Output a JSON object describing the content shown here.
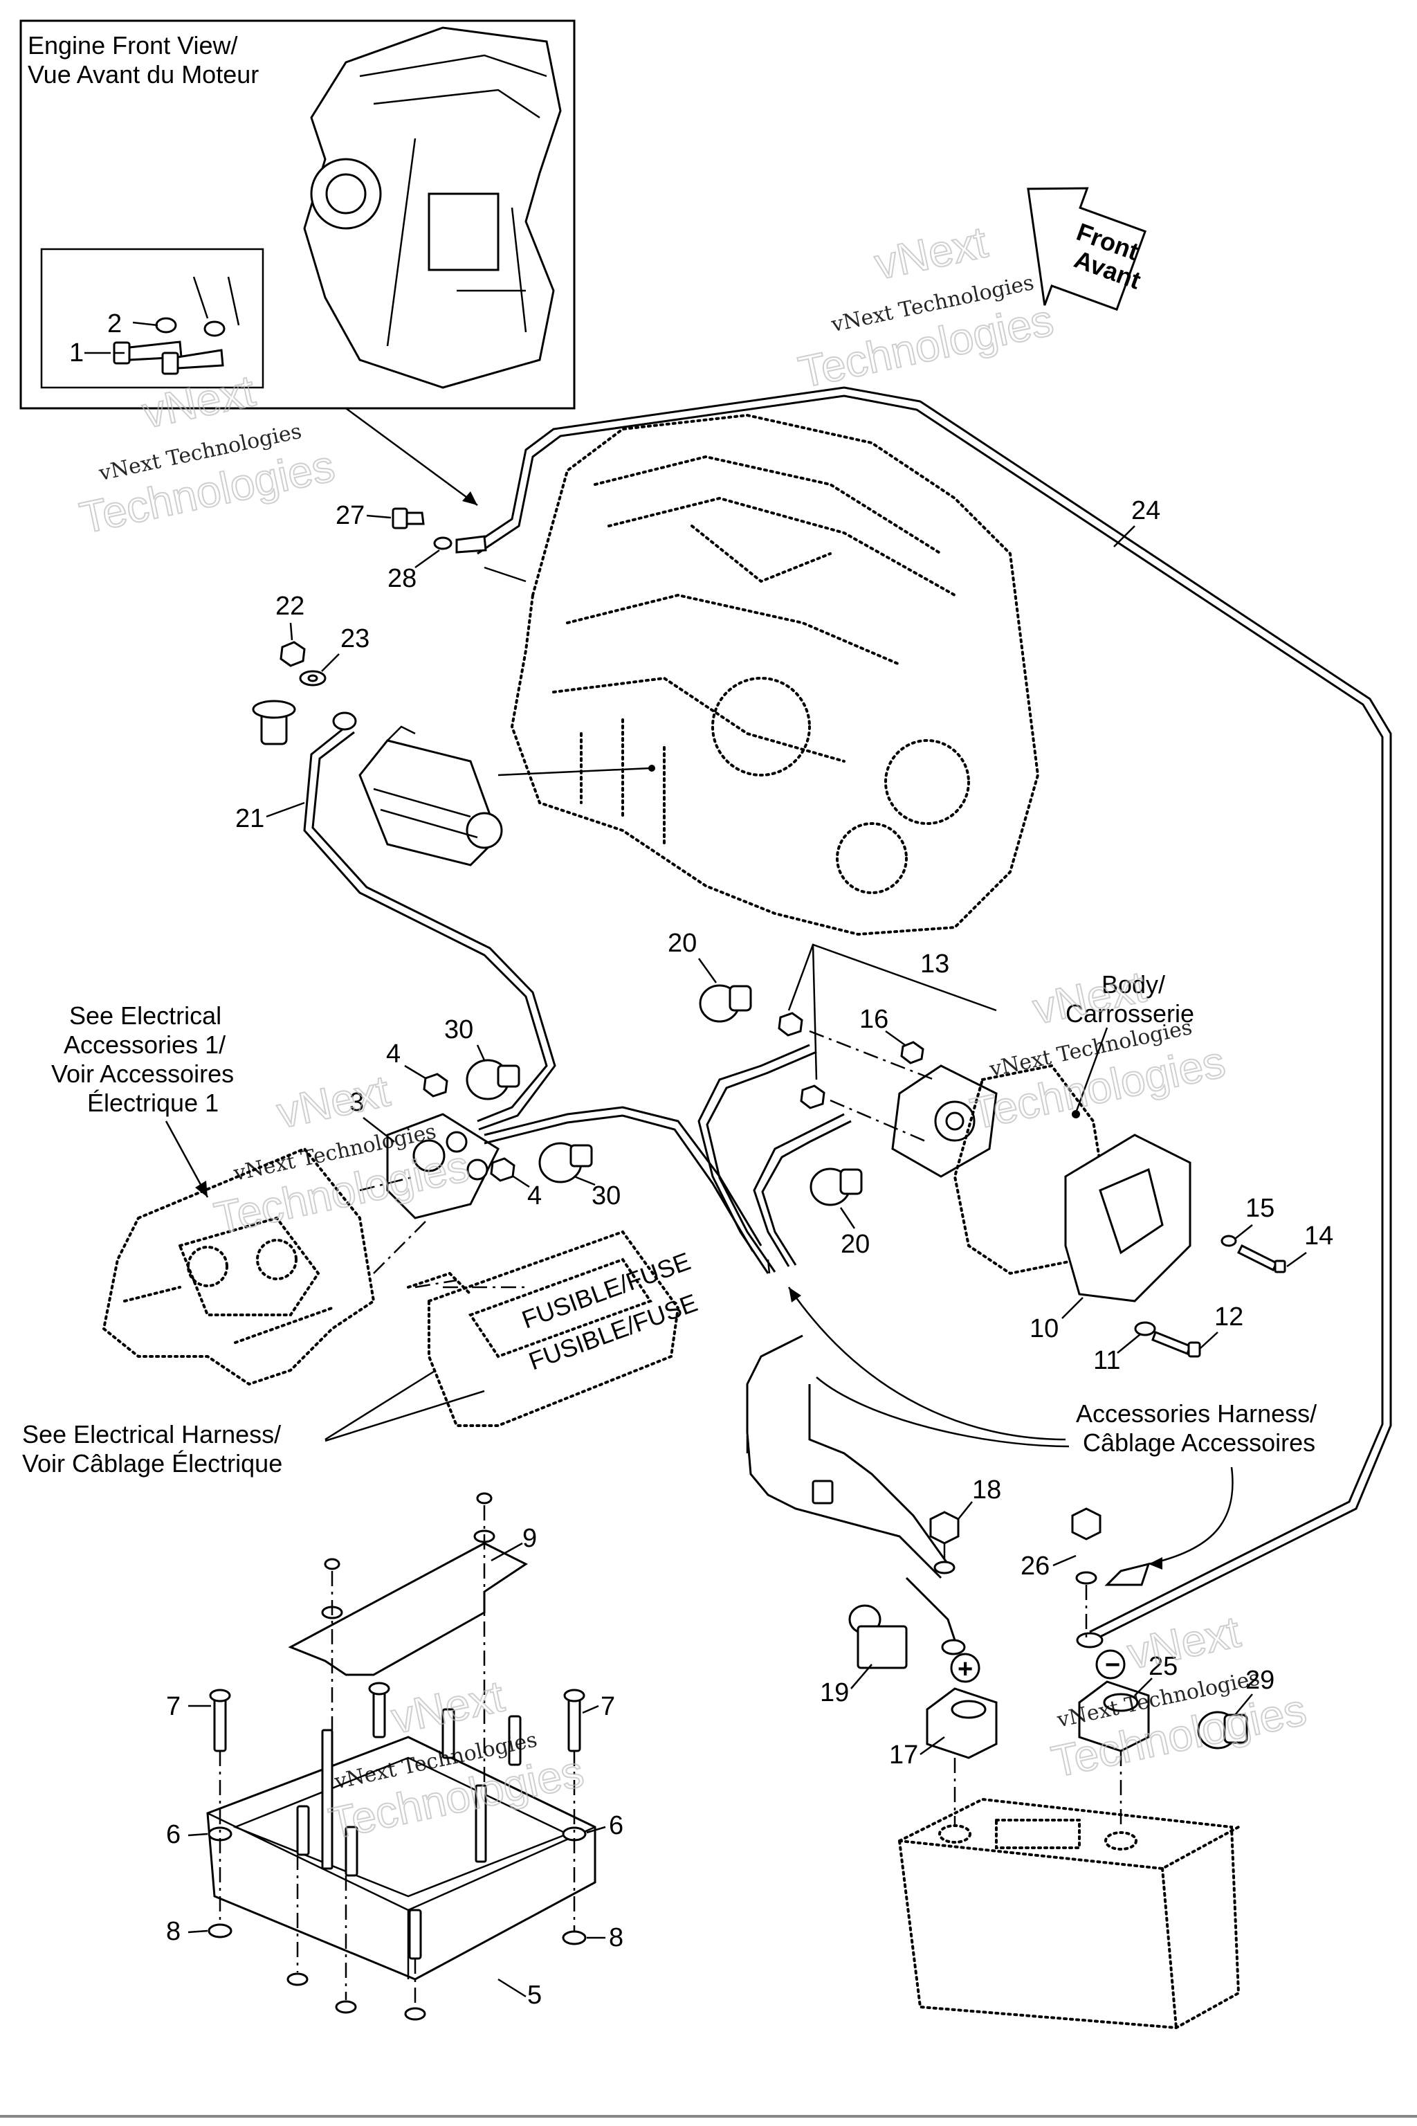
{
  "inset": {
    "title_line1": "Engine Front View/",
    "title_line2": "Vue Avant du Moteur"
  },
  "front_arrow": {
    "line1": "Front",
    "line2": "Avant"
  },
  "watermark": {
    "top": "vNext",
    "bottom": "Technologies",
    "small": "vNext Technologies"
  },
  "callouts": {
    "body_line1": "Body/",
    "body_line2": "Carrosserie",
    "elec_acc_line1": "See Electrical",
    "elec_acc_line2": "Accessories 1/",
    "elec_acc_line3": "Voir Accessoires",
    "elec_acc_line4": "Électrique 1",
    "harness_line1": "See Electrical Harness/",
    "harness_line2": "Voir Câblage Électrique",
    "acc_harness_line1": "Accessories Harness/",
    "acc_harness_line2": "Câblage Accessoires"
  },
  "terminals": {
    "positive": "+",
    "negative": "−"
  },
  "part_numbers": {
    "p1": "1",
    "p2": "2",
    "p3": "3",
    "p4a": "4",
    "p4b": "4",
    "p5": "5",
    "p6a": "6",
    "p6b": "6",
    "p7a": "7",
    "p7b": "7",
    "p8a": "8",
    "p8b": "8",
    "p9": "9",
    "p10": "10",
    "p11": "11",
    "p12": "12",
    "p13": "13",
    "p14": "14",
    "p15": "15",
    "p16": "16",
    "p17": "17",
    "p18": "18",
    "p19": "19",
    "p20a": "20",
    "p20b": "20",
    "p21": "21",
    "p22": "22",
    "p23": "23",
    "p24": "24",
    "p25": "25",
    "p26": "26",
    "p27": "27",
    "p28": "28",
    "p29": "29",
    "p30a": "30",
    "p30b": "30"
  }
}
